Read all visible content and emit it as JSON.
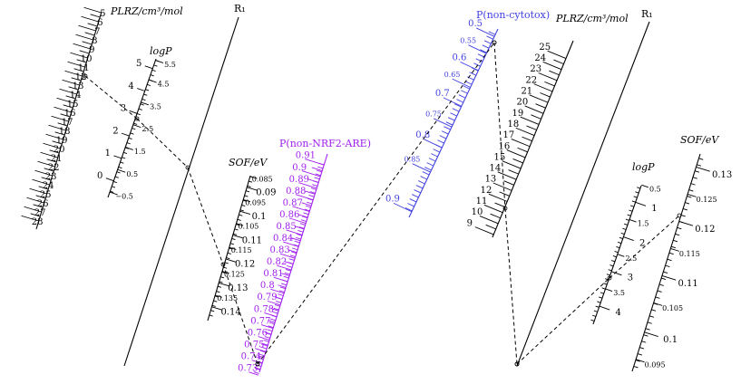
{
  "left": {
    "plrz_label": "PLRZ/cm³/mol",
    "plrz_ticks": [
      "5",
      "6",
      "7",
      "8",
      "9",
      "10",
      "11",
      "12",
      "13",
      "14",
      "15",
      "16",
      "17",
      "18",
      "19",
      "20",
      "21",
      "22",
      "23",
      "24",
      "25",
      "26",
      "27",
      "28"
    ],
    "logp_label": "logP",
    "logp_major": [
      "5",
      "4",
      "3",
      "2",
      "1",
      "0"
    ],
    "logp_minor": [
      "5.5",
      "4.5",
      "3.5",
      "2.5",
      "1.5",
      "0.5",
      "−0.5"
    ],
    "r1_label": "R₁",
    "sof_label": "SOF/eV",
    "sof_major": [
      "0.09",
      "0.1",
      "0.11",
      "0.12",
      "0.13",
      "0.14"
    ],
    "sof_minor": [
      "0.085",
      "0.095",
      "0.105",
      "0.115",
      "0.125",
      "0.135"
    ]
  },
  "middle": {
    "nrf2_label": "P(non-NRF2-ARE)",
    "nrf2_ticks": [
      "0.91",
      "0.9",
      "0.89",
      "0.88",
      "0.87",
      "0.86",
      "0.85",
      "0.84",
      "0.83",
      "0.82",
      "0.81",
      "0.8",
      "0.79",
      "0.78",
      "0.77",
      "0.76",
      "0.75",
      "0.74",
      "0.73"
    ],
    "cytotox_label": "P(non-cytotox)",
    "cytotox_ticks": [
      "0.5",
      "0.55",
      "0.6",
      "0.65",
      "0.7",
      "0.75",
      "0.8",
      "0.85",
      "0.9"
    ]
  },
  "right": {
    "plrz_label": "PLRZ/cm³/mol",
    "plrz_ticks": [
      "25",
      "24",
      "23",
      "22",
      "21",
      "20",
      "19",
      "18",
      "17",
      "16",
      "15",
      "14",
      "13",
      "12",
      "11",
      "10",
      "9"
    ],
    "r1_label": "R₁",
    "logp_label": "logP",
    "logp_major": [
      "1",
      "2",
      "3",
      "4"
    ],
    "logp_minor": [
      "0.5",
      "1.5",
      "2.5",
      "3.5"
    ],
    "sof_label": "SOF/eV",
    "sof_major": [
      "0.13",
      "0.12",
      "0.11",
      "0.1"
    ],
    "sof_minor": [
      "0.125",
      "0.115",
      "0.105",
      "0.095"
    ]
  },
  "colors": {
    "ink": "#000000",
    "nrf2": "#a020f0",
    "cytotox": "#4040e0"
  }
}
